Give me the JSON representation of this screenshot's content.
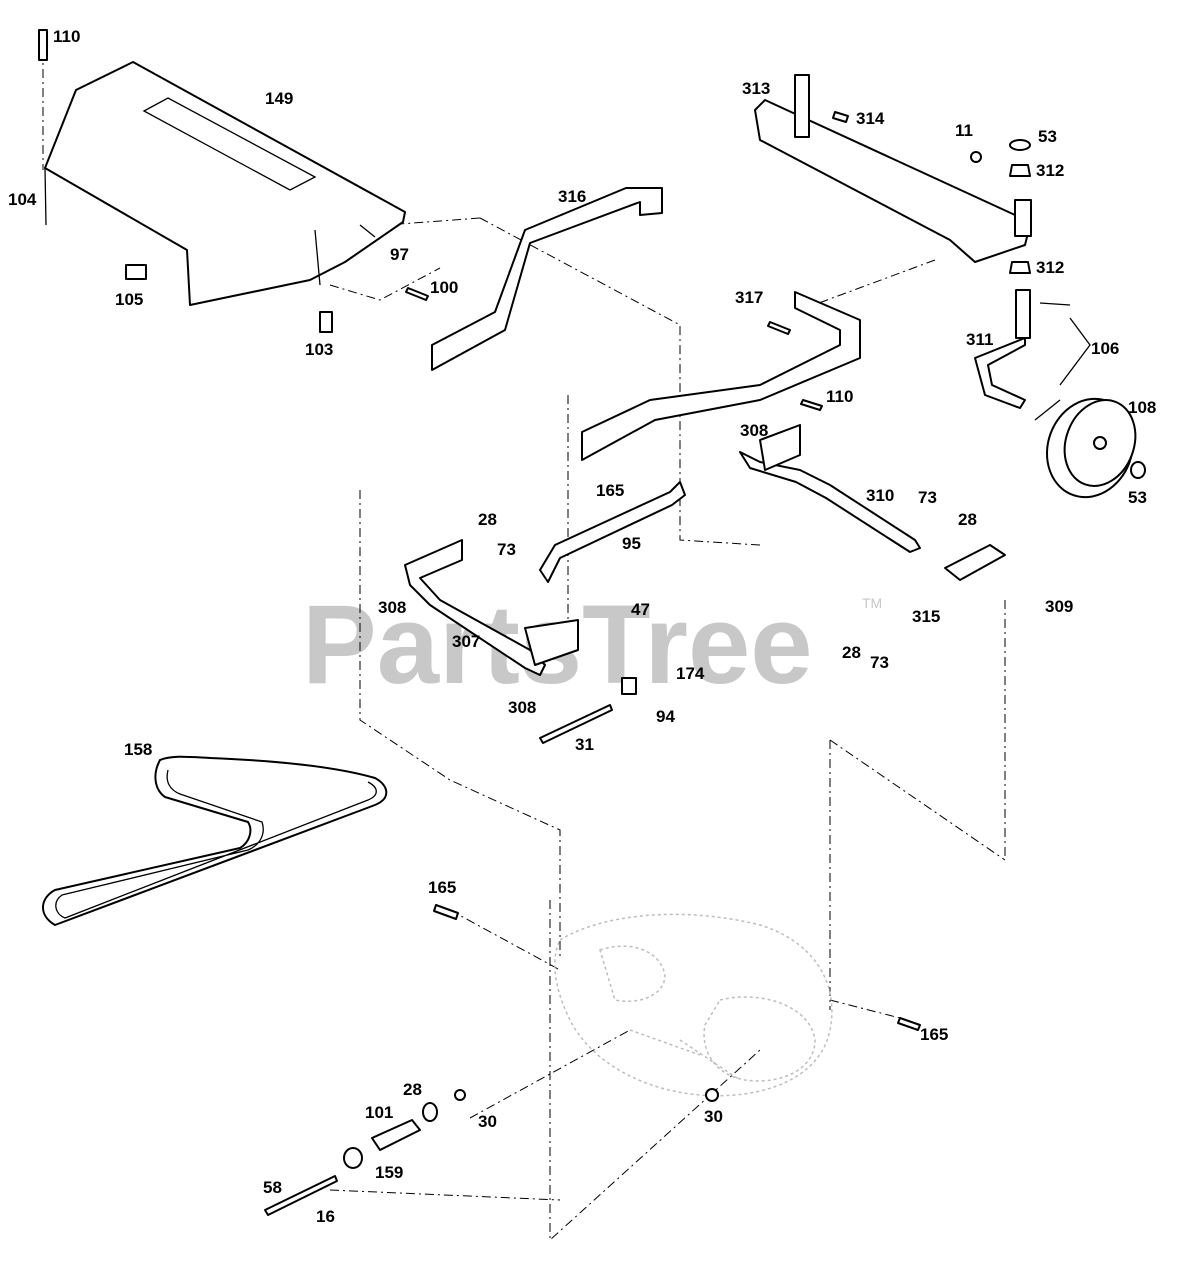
{
  "watermark": {
    "text": "PartsTree",
    "trademark": "TM"
  },
  "callouts": [
    "110",
    "149",
    "104",
    "105",
    "97",
    "100",
    "103",
    "313",
    "314",
    "11",
    "53",
    "312",
    "312",
    "316",
    "317",
    "311",
    "106",
    "110",
    "108",
    "308",
    "53",
    "165",
    "310",
    "73",
    "28",
    "28",
    "73",
    "95",
    "308",
    "307",
    "47",
    "174",
    "315",
    "309",
    "28",
    "73",
    "308",
    "94",
    "31",
    "158",
    "165",
    "165",
    "28",
    "101",
    "30",
    "30",
    "159",
    "58",
    "16"
  ]
}
